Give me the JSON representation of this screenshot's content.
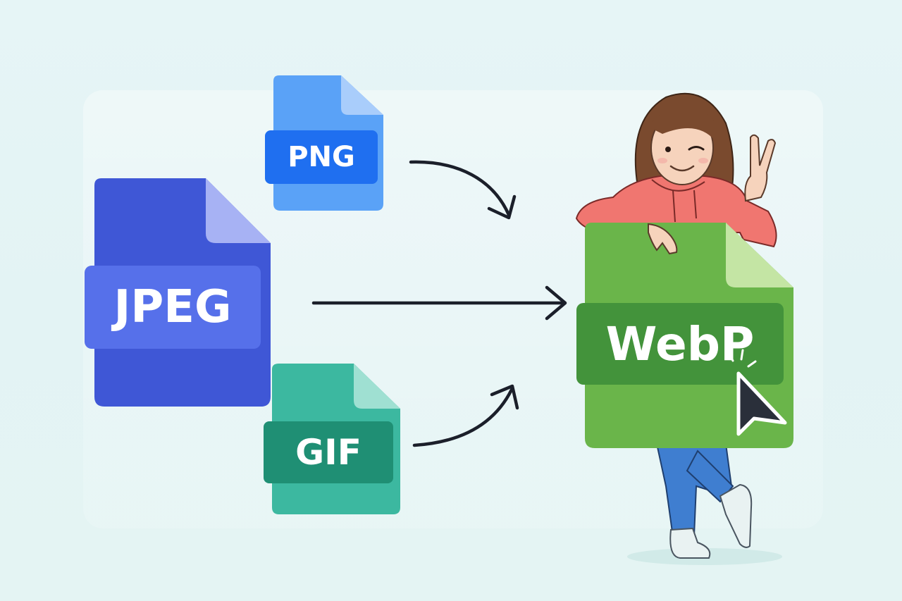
{
  "files": {
    "png": {
      "label": "PNG",
      "body_color": "#5aa2f7",
      "fold_color": "#a9cdfb",
      "band_color": "#1f6ff0"
    },
    "jpeg": {
      "label": "JPEG",
      "body_color": "#3f57d6",
      "fold_color": "#a7b2f4",
      "band_color": "#5670ea"
    },
    "gif": {
      "label": "GIF",
      "body_color": "#3cb8a0",
      "fold_color": "#9fe0d2",
      "band_color": "#1f8f74"
    },
    "webp": {
      "label": "WebP",
      "body_color": "#6ab54a",
      "fold_color": "#c4e5a4",
      "band_color": "#43933b"
    }
  },
  "colors": {
    "arrow": "#1b1f2a",
    "hoodie": "#f07670",
    "hair": "#7a4a2e",
    "jeans": "#3f7ed0",
    "cursor": "#2a2f3a"
  }
}
